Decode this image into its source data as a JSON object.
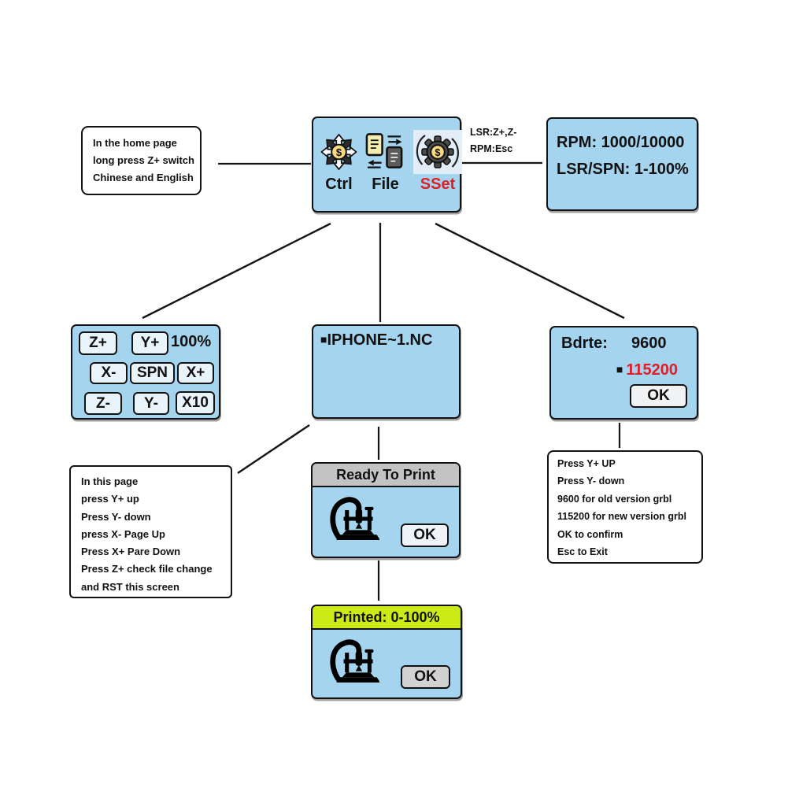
{
  "colors": {
    "screen_blue": "#a5d4ef",
    "alert_red": "#e11d26",
    "ready_header_gray": "#c3c3c3",
    "printed_header_green": "#cbea16"
  },
  "home_note": {
    "lines": [
      "In the home page",
      "long press Z+ switch",
      "Chinese and English"
    ]
  },
  "home_screen": {
    "tabs": [
      {
        "label": "Ctrl",
        "icon": "move-dollar-icon"
      },
      {
        "label": "File",
        "icon": "file-transfer-icon"
      },
      {
        "label": "SSet",
        "icon": "gear-dollar-icon",
        "selected": true
      }
    ]
  },
  "link_note": {
    "lines": [
      "LSR:Z+,Z-",
      "RPM:Esc"
    ]
  },
  "rpm_screen": {
    "lines": [
      "RPM: 1000/10000",
      "LSR/SPN: 1-100%"
    ]
  },
  "ctrl_screen": {
    "z_plus": "Z+",
    "y_plus": "Y+",
    "feed_value": "100%",
    "x_minus": "X-",
    "spn": "SPN",
    "x_plus": "X+",
    "z_minus": "Z-",
    "y_minus": "Y-",
    "x10": "X10"
  },
  "file_screen": {
    "bullet": "■",
    "filename": "IPHONE~1.NC"
  },
  "baud_screen": {
    "label": "Bdrte:",
    "rate_old": "9600",
    "bullet": "■",
    "rate_new": "115200",
    "ok_label": "OK"
  },
  "filepage_note": {
    "lines": [
      "In this page",
      "press Y+ up",
      "Press Y- down",
      "press X- Page Up",
      "Press X+ Pare Down",
      "Press Z+ check file change",
      "and RST this screen"
    ]
  },
  "ready_screen": {
    "title": "Ready To Print",
    "ok_label": "OK"
  },
  "printed_screen": {
    "title": "Printed: 0-100%",
    "ok_label": "OK"
  },
  "baud_note": {
    "lines": [
      "Press Y+ UP",
      "Press Y- down",
      "9600 for old version grbl",
      "115200 for new version grbl",
      "OK to confirm",
      "Esc to Exit"
    ]
  }
}
